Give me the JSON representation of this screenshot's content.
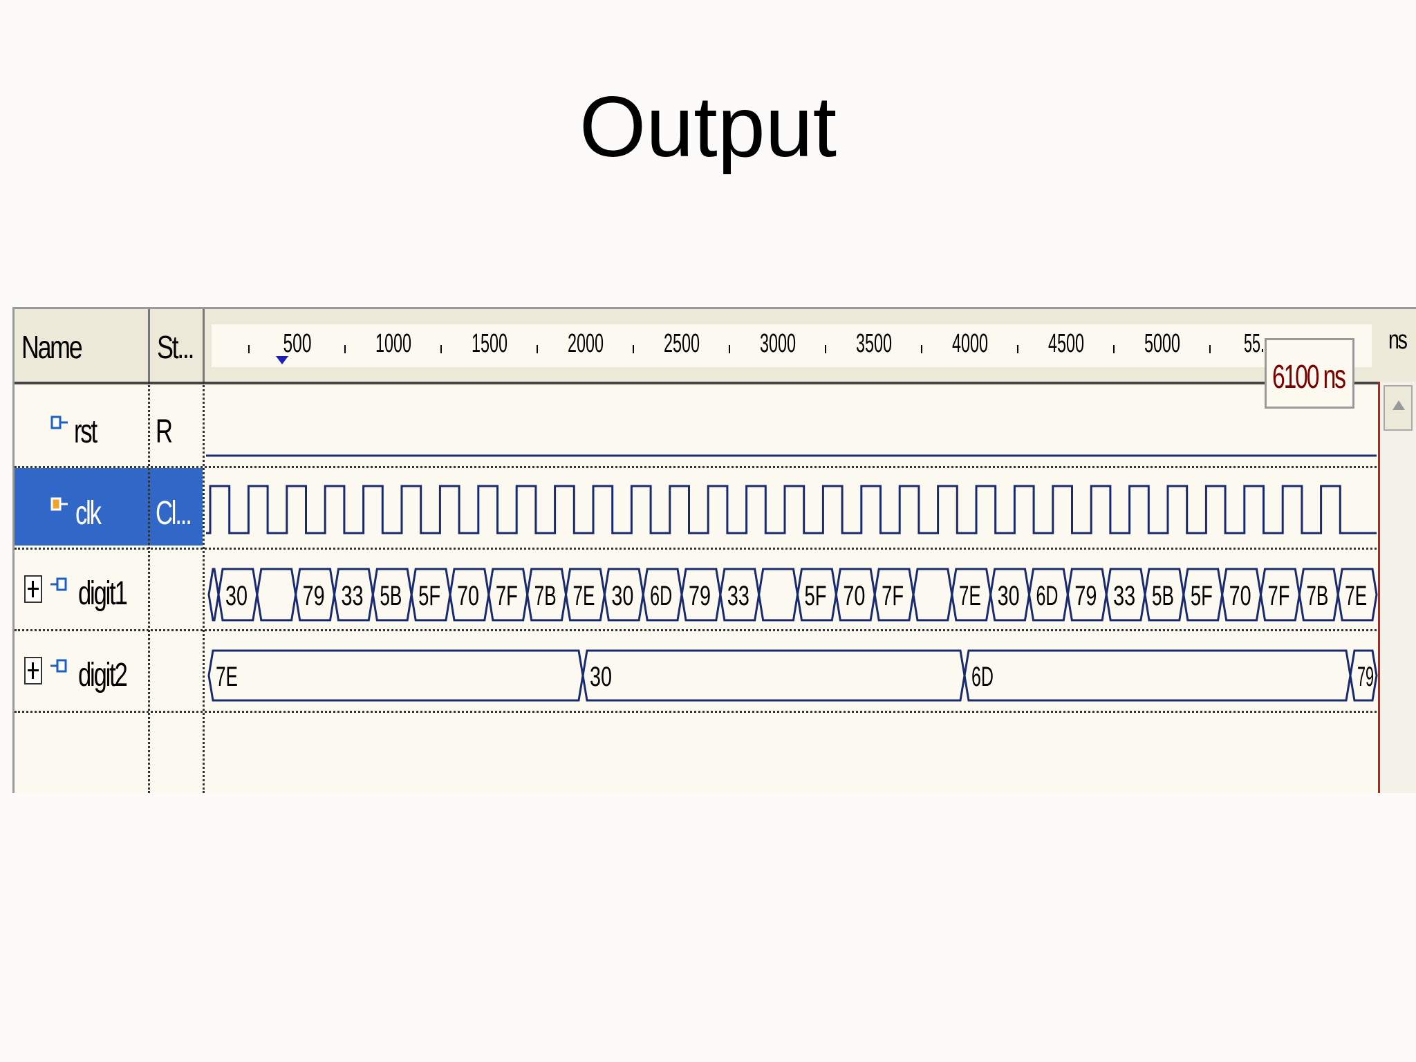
{
  "slide": {
    "title": "Output"
  },
  "window": {
    "columns": {
      "name": "Name",
      "status": "St..."
    },
    "ruler": {
      "unit": "ns",
      "ticks": [
        "500",
        "1000",
        "1500",
        "2000",
        "2500",
        "3000",
        "3500",
        "4000",
        "4500",
        "5000",
        "55..."
      ],
      "cursor_time": "6100 ns"
    },
    "signals": [
      {
        "name": "rst",
        "status": "R",
        "type": "input",
        "icon": "input-port-icon"
      },
      {
        "name": "clk",
        "status": "Cl...",
        "type": "clock",
        "icon": "clock-port-icon",
        "selected": true
      },
      {
        "name": "digit1",
        "status": "",
        "type": "bus",
        "icon": "input-port-icon",
        "values": [
          "",
          "30",
          "",
          "79",
          "33",
          "5B",
          "5F",
          "70",
          "7F",
          "7B",
          "7E",
          "30",
          "6D",
          "79",
          "33",
          "",
          "5F",
          "70",
          "7F",
          "",
          "7E",
          "30",
          "6D",
          "79",
          "33",
          "5B",
          "5F",
          "70",
          "7F",
          "7B",
          "7E"
        ]
      },
      {
        "name": "digit2",
        "status": "",
        "type": "bus",
        "icon": "input-port-icon",
        "values": [
          "7E",
          "30",
          "6D",
          "79"
        ]
      }
    ],
    "colors": {
      "selection": "#3167c6",
      "waveform": "#1a2a6e",
      "cursor": "#c02020"
    }
  }
}
